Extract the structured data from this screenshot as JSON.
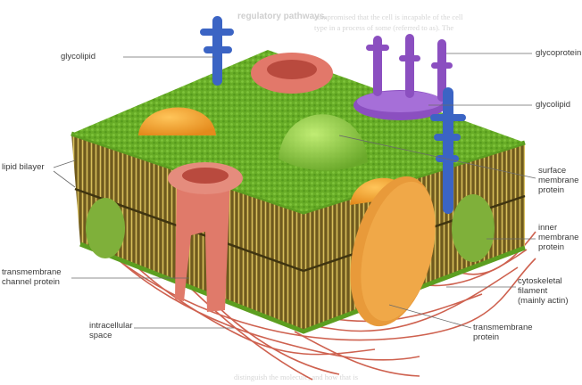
{
  "labels": {
    "glycolipid_top": "glycolipid",
    "glycoprotein": "glycoprotein",
    "glycolipid_right": "glycolipid",
    "lipid_bilayer": "lipid bilayer",
    "surface_membrane_protein": [
      "surface",
      "membrane",
      "protein"
    ],
    "inner_membrane_protein": [
      "inner",
      "membrane",
      "protein"
    ],
    "transmembrane_channel_protein": [
      "transmembrane",
      "channel protein"
    ],
    "cytoskeletal_filament": [
      "cytoskeletal",
      "filament",
      "(mainly actin)"
    ],
    "intracellular_space": [
      "intracellular",
      "space"
    ],
    "transmembrane_protein": [
      "transmembrane",
      "protein"
    ]
  },
  "background_text": {
    "top_center_bold": "regulatory pathways.",
    "top_right": "compromised that the cell is incapable of the cell",
    "top_right_2": "type in a process of some (referred to as). The",
    "bottom_center": "distinguish the molecule, and how that is"
  },
  "colors": {
    "lipid_surface": "#6bb22a",
    "bilayer": "#c8a84a",
    "glycolipid_blue": "#3b64c4",
    "glycoprotein_purple": "#8b4fc0",
    "channel_pink": "#e07a6a",
    "surface_orange": "#f0a23a",
    "cytoskeleton_red": "#c9503c",
    "inner_green": "#7fb03a"
  }
}
